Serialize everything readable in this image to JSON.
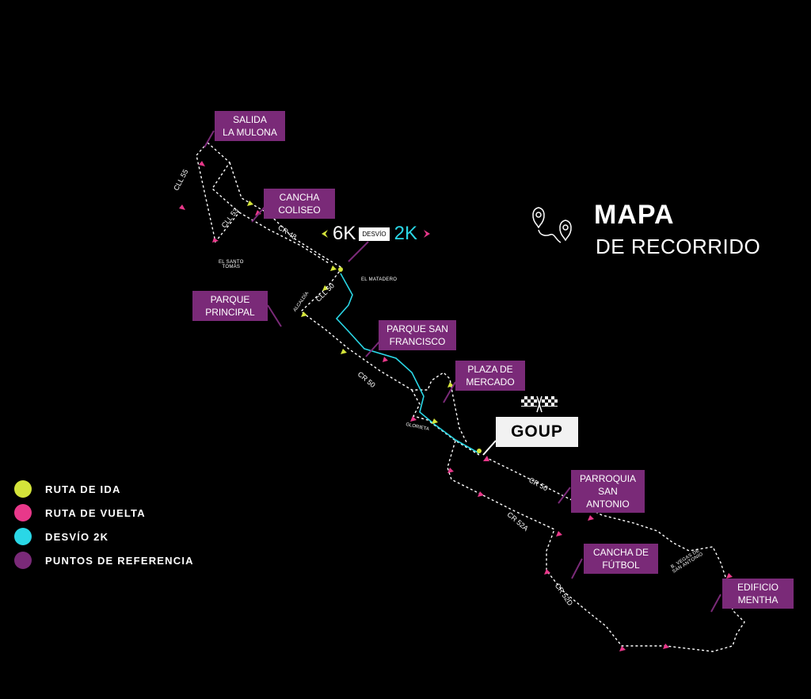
{
  "title": {
    "main": "MAPA",
    "sub": "DE RECORRIDO"
  },
  "colors": {
    "ida": "#d4e43a",
    "vuelta": "#e8388a",
    "detour": "#2ad7e6",
    "reference": "#7a2a78",
    "route_line": "#ffffff"
  },
  "legend": [
    {
      "label": "RUTA DE IDA",
      "color": "#d4e43a"
    },
    {
      "label": "RUTA DE VUELTA",
      "color": "#e8388a"
    },
    {
      "label": "DESVÍO 2K",
      "color": "#2ad7e6"
    },
    {
      "label": "PUNTOS DE REFERENCIA",
      "color": "#7a2a78"
    }
  ],
  "detour": {
    "left": "6K",
    "box": "DESVÍO",
    "right": "2K"
  },
  "finish": {
    "label": "GOUP",
    "icon": "checkered-flags-icon"
  },
  "references": {
    "salida": [
      "SALIDA",
      "LA MULONA"
    ],
    "coliseo": [
      "CANCHA",
      "COLISEO"
    ],
    "principal": [
      "PARQUE",
      "PRINCIPAL"
    ],
    "san_francisco": [
      "PARQUE SAN",
      "FRANCISCO"
    ],
    "mercado": [
      "PLAZA DE",
      "MERCADO"
    ],
    "parroquia": [
      "PARROQUIA",
      "SAN ANTONIO"
    ],
    "futbol": [
      "CANCHA DE",
      "FÚTBOL"
    ],
    "mentha": [
      "EDIFICIO",
      "MENTHA"
    ]
  },
  "streets": {
    "cll55": "CLL 55",
    "cll53": "CLL 53",
    "cr48": "CR 48",
    "cll50": "CLL 50",
    "cr50_upper": "CR 50",
    "cr50_lower": "CR 50",
    "cr52a": "CR 52A",
    "cr52d": "CR 52D",
    "glorieta": "GLORIETA",
    "alcaldia": "ALCALDÍA"
  },
  "places": {
    "santo_tomas": [
      "EL SANTO",
      "TOMÁS"
    ],
    "matadero": "EL MATADERO",
    "vegas": [
      "B. VEGAS DE",
      "SAN ANTONIO"
    ]
  }
}
